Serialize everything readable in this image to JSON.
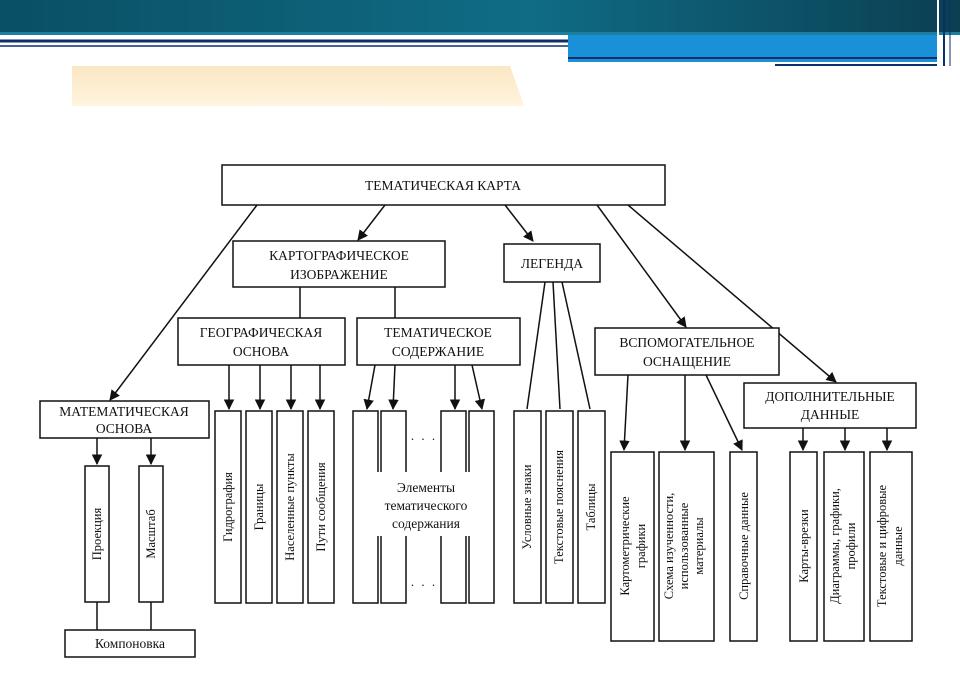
{
  "diagram": {
    "root": "ТЕМАТИЧЕСКАЯ КАРТА",
    "cartographic_image": [
      "КАРТОГРАФИЧЕСКОЕ",
      "ИЗОБРАЖЕНИЕ"
    ],
    "legend": "ЛЕГЕНДА",
    "geographic_base": [
      "ГЕОГРАФИЧЕСКАЯ",
      "ОСНОВА"
    ],
    "thematic_content": [
      "ТЕМАТИЧЕСКОЕ",
      "СОДЕРЖАНИЕ"
    ],
    "auxiliary_equipment": [
      "ВСПОМОГАТЕЛЬНОЕ",
      "ОСНАЩЕНИЕ"
    ],
    "additional_data": [
      "ДОПОЛНИТЕЛЬНЫЕ",
      "ДАННЫЕ"
    ],
    "math_base": [
      "МАТЕМАТИЧЕСКАЯ",
      "ОСНОВА"
    ],
    "math_items": [
      "Проекция",
      "Масштаб"
    ],
    "layout": "Компоновка",
    "geo_items": [
      "Гидрография",
      "Границы",
      "Населенные пункты",
      "Пути сообщения"
    ],
    "thematic_elements": [
      "Элементы",
      "тематического",
      "содержания"
    ],
    "ellipsis": ". . .",
    "legend_items": [
      "Условные знаки",
      "Текстовые пояснения",
      "Таблицы"
    ],
    "aux_items": [
      [
        "Картометрические",
        "графики"
      ],
      [
        "Схема изученности,",
        "использованные",
        "материалы"
      ],
      [
        "Справочные данные"
      ]
    ],
    "additional_items": [
      [
        "Карты-врезки"
      ],
      [
        "Диаграммы, графики,",
        "профили"
      ],
      [
        "Текстовые и цифровые",
        "данные"
      ]
    ]
  }
}
